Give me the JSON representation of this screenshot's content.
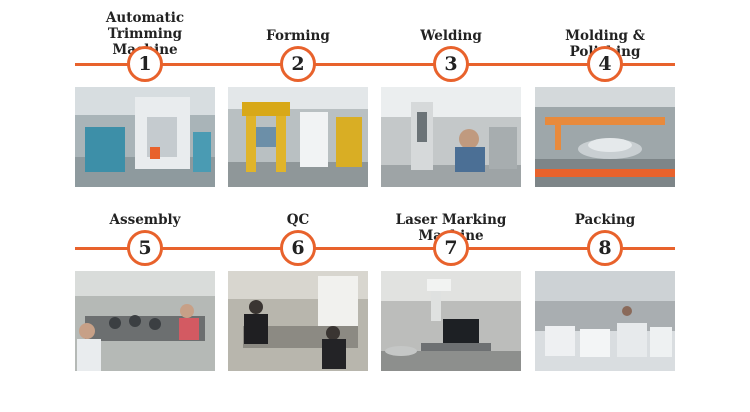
{
  "accent_color": "#e8622c",
  "steps": [
    {
      "number": "1",
      "title_lines": [
        "Automatic",
        "Trimming Machine"
      ],
      "photo_icon": "trimming-machine-photo"
    },
    {
      "number": "2",
      "title_lines": [
        "Forming"
      ],
      "photo_icon": "forming-press-photo"
    },
    {
      "number": "3",
      "title_lines": [
        "Welding"
      ],
      "photo_icon": "welding-station-photo"
    },
    {
      "number": "4",
      "title_lines": [
        "Molding & Polishing"
      ],
      "photo_icon": "polishing-machine-photo"
    },
    {
      "number": "5",
      "title_lines": [
        "Assembly"
      ],
      "photo_icon": "assembly-line-photo"
    },
    {
      "number": "6",
      "title_lines": [
        "QC"
      ],
      "photo_icon": "quality-control-photo"
    },
    {
      "number": "7",
      "title_lines": [
        "Laser Marking Machine"
      ],
      "photo_icon": "laser-marking-photo"
    },
    {
      "number": "8",
      "title_lines": [
        "Packing"
      ],
      "photo_icon": "packing-area-photo"
    }
  ]
}
